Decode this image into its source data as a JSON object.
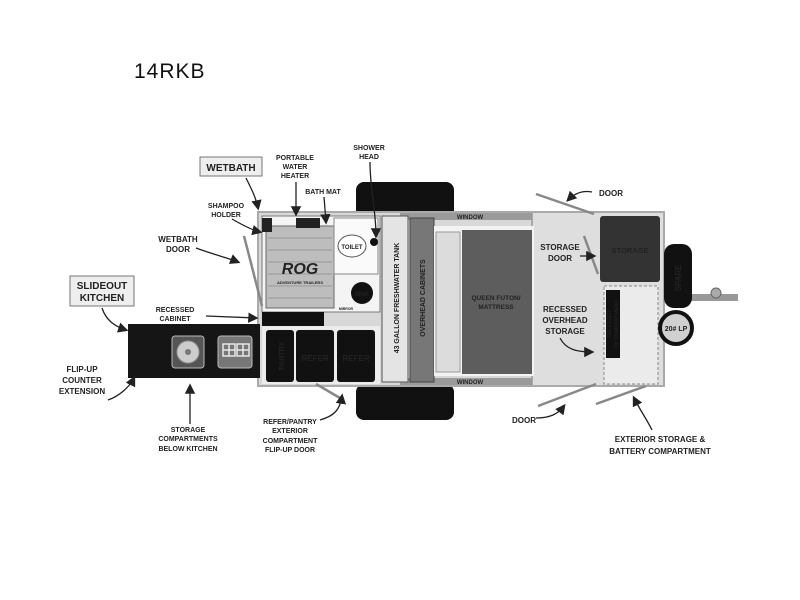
{
  "title": "14RKB",
  "labels": {
    "wetbath_box": "WETBATH",
    "slideout_kitchen": [
      "SLIDEOUT",
      "KITCHEN"
    ],
    "portable_water_heater": [
      "PORTABLE",
      "WATER",
      "HEATER"
    ],
    "shower_head": [
      "SHOWER",
      "HEAD"
    ],
    "bath_mat": "BATH MAT",
    "shampoo_holder": [
      "SHAMPOO",
      "HOLDER"
    ],
    "wetbath_door": [
      "WETBATH",
      "DOOR"
    ],
    "recessed_cabinet": [
      "RECESSED",
      "CABINET"
    ],
    "flip_up_counter": [
      "FLIP-UP",
      "COUNTER",
      "EXTENSION"
    ],
    "storage_below_kitchen": [
      "STORAGE",
      "COMPARTMENTS",
      "BELOW KITCHEN"
    ],
    "refer_pantry_door": [
      "REFER/PANTRY",
      "EXTERIOR",
      "COMPARTMENT",
      "FLIP-UP DOOR"
    ],
    "door_top": "DOOR",
    "door_bottom": "DOOR",
    "storage_door": [
      "STORAGE",
      "DOOR"
    ],
    "recessed_overhead": [
      "RECESSED",
      "OVERHEAD",
      "STORAGE"
    ],
    "exterior_storage": [
      "EXTERIOR STORAGE &",
      "BATTERY COMPARTMENT"
    ]
  },
  "rooms": {
    "toilet": "TOILET",
    "sink": "SINK",
    "mirror": "MIRROR",
    "rog_logo": "ROG",
    "rog_sub": "ADVENTURE TRAILERS",
    "pantry": "PANTRY",
    "refer1": "REFER",
    "refer2": "REFER",
    "freshwater_tank": "43 GALLON FRESHWATER TANK",
    "overhead_cabinets": "OVERHEAD CABINETS",
    "window_top": "WINDOW",
    "window_bottom": "WINDOW",
    "queen_futon": [
      "QUEEN FUTON/",
      "MATTRESS"
    ],
    "storage": "STORAGE",
    "recessed_tv": [
      "RECESSED",
      "TV COMPARTMENT"
    ],
    "spare": "SPARE",
    "lp": "20# LP"
  }
}
